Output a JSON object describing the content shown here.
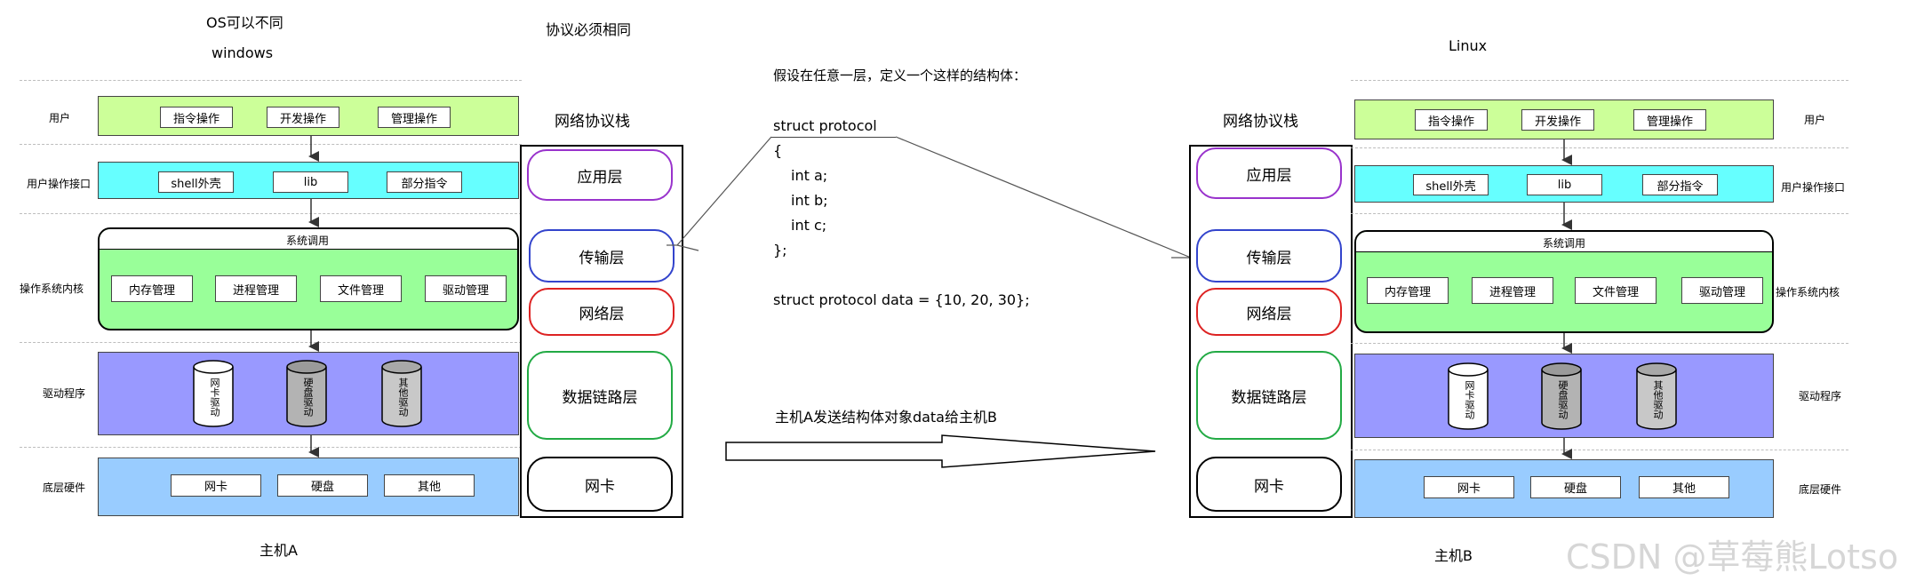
{
  "hostA": {
    "top_title": "OS可以不同",
    "os_name": "windows",
    "caption": "主机A",
    "layer_labels": {
      "user": "用户",
      "user_interface": "用户操作接口",
      "kernel": "操作系统内核",
      "driver": "驱动程序",
      "hardware": "底层硬件"
    },
    "user_items": [
      "指令操作",
      "开发操作",
      "管理操作"
    ],
    "interface_items": [
      "shell外壳",
      "lib",
      "部分指令"
    ],
    "syscall_label": "系统调用",
    "kernel_items": [
      "内存管理",
      "进程管理",
      "文件管理",
      "驱动管理"
    ],
    "driver_items": [
      "网卡驱动",
      "硬盘驱动",
      "其他驱动"
    ],
    "hardware_items": [
      "网卡",
      "硬盘",
      "其他"
    ]
  },
  "hostB": {
    "os_name": "Linux",
    "caption": "主机B",
    "layer_labels": {
      "user": "用户",
      "user_interface": "用户操作接口",
      "kernel": "操作系统内核",
      "driver": "驱动程序",
      "hardware": "底层硬件"
    },
    "user_items": [
      "指令操作",
      "开发操作",
      "管理操作"
    ],
    "interface_items": [
      "shell外壳",
      "lib",
      "部分指令"
    ],
    "syscall_label": "系统调用",
    "kernel_items": [
      "内存管理",
      "进程管理",
      "文件管理",
      "驱动管理"
    ],
    "driver_items": [
      "网卡驱动",
      "硬盘驱动",
      "其他驱动"
    ],
    "hardware_items": [
      "网卡",
      "硬盘",
      "其他"
    ]
  },
  "protocol_note": "协议必须相同",
  "stackA": {
    "title": "网络协议栈",
    "layers": [
      "应用层",
      "传输层",
      "网络层",
      "数据链路层",
      "网卡"
    ]
  },
  "stackB": {
    "title": "网络协议栈",
    "layers": [
      "应用层",
      "传输层",
      "网络层",
      "数据链路层",
      "网卡"
    ]
  },
  "code": {
    "intro": "假设在任意一层，定义一个这样的结构体：",
    "lines": [
      "struct protocol",
      "{",
      "int a;",
      "int b;",
      "int c;",
      "};"
    ],
    "data_line": "struct protocol data = {10, 20, 30};"
  },
  "send_label": "主机A发送结构体对象data给主机B",
  "watermark": "CSDN @草莓熊Lotso",
  "colors": {
    "user": "#ccff99",
    "interface": "#66ffff",
    "kernel": "#99ff99",
    "driver": "#9999ff",
    "hardware": "#99ccff",
    "application": "#9933cc",
    "transport": "#3344cc",
    "network": "#dd2222",
    "datalink": "#22aa44",
    "nic": "#000000"
  }
}
